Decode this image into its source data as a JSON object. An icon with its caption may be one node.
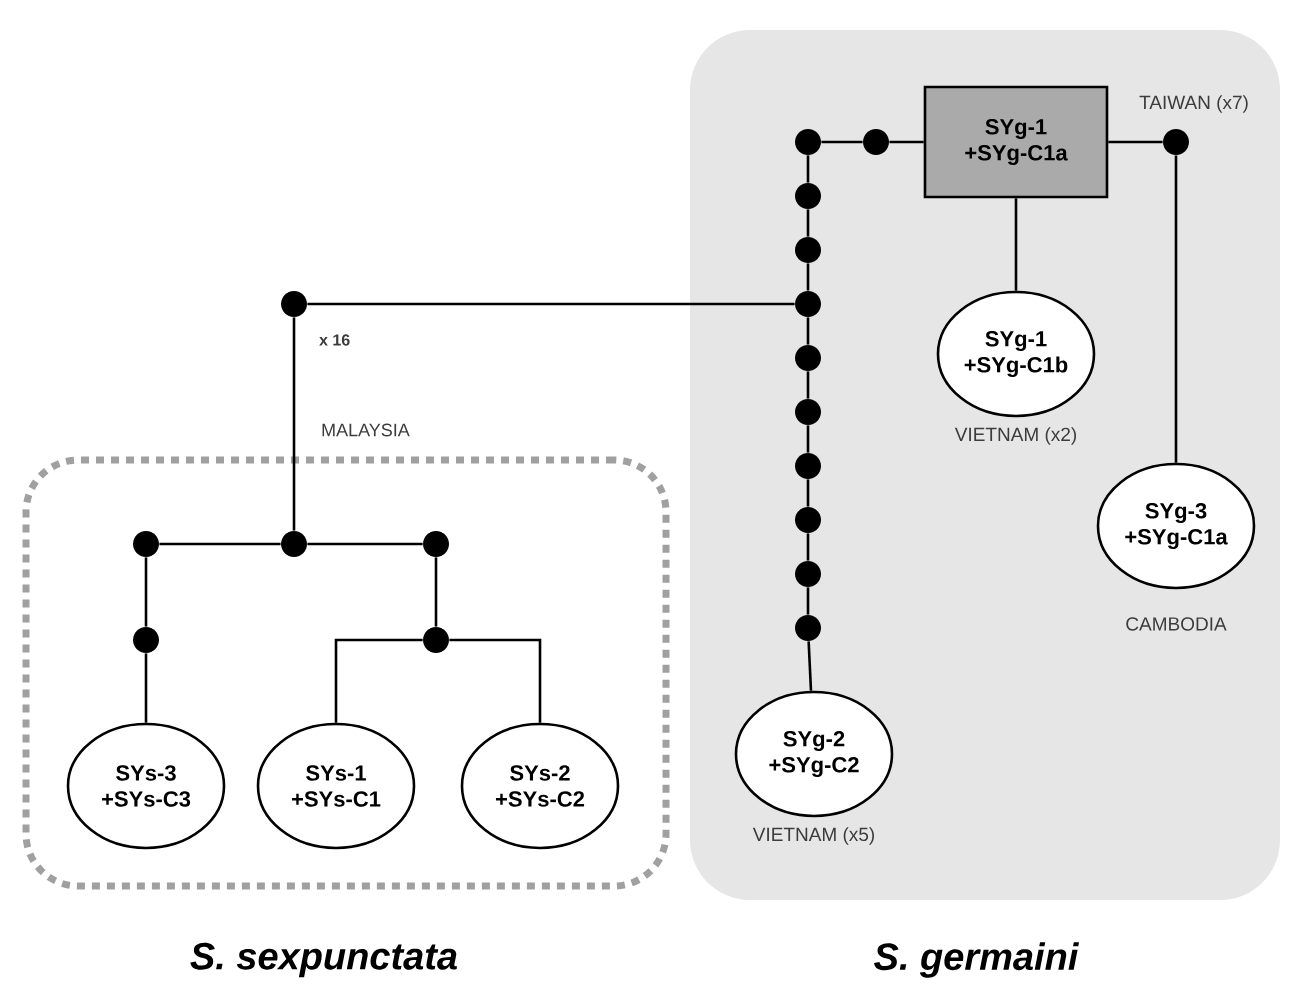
{
  "diagram": {
    "nodes": [
      {
        "text": [
          "S. sexpunctata"
        ]
      },
      {
        "text": [],
        "shape": "circle"
      },
      {
        "text": [],
        "shape": "circle",
        "in": 0
      },
      {
        "text": [],
        "shape": "circle",
        "in": 0
      },
      {
        "text": [],
        "shape": "circle",
        "in": 0
      },
      {
        "text": [],
        "shape": "circle",
        "in": 0
      },
      {
        "text": [],
        "shape": "circle",
        "in": 0
      },
      {
        "text": [
          "SYs-3 +SYs-C3"
        ],
        "in": 0
      },
      {
        "text": [
          "SYs-1 +SYs-C1"
        ],
        "in": 0
      },
      {
        "text": [
          "SYs-2 +SYs-C2"
        ],
        "in": 0
      },
      {
        "text": [
          "S. germaini"
        ]
      },
      {
        "text": [],
        "shape": "circle",
        "in": 10
      },
      {
        "text": [],
        "shape": "circle",
        "in": 10
      },
      {
        "text": [],
        "shape": "circle",
        "in": 10
      },
      {
        "text": [],
        "shape": "circle",
        "in": 10
      },
      {
        "text": [],
        "shape": "circle",
        "in": 10
      },
      {
        "text": [],
        "shape": "circle",
        "in": 10
      },
      {
        "text": [],
        "shape": "circle",
        "in": 10
      },
      {
        "text": [],
        "shape": "circle",
        "in": 10
      },
      {
        "text": [],
        "shape": "circle",
        "in": 10
      },
      {
        "text": [],
        "shape": "circle",
        "in": 10
      },
      {
        "text": [],
        "shape": "circle",
        "in": 10
      },
      {
        "text": [
          "SYg-1 +SYg-C1a"
        ],
        "in": 10
      },
      {
        "text": [],
        "shape": "circle",
        "beside": [
          "TAIWAN (x7)"
        ],
        "in": 10
      },
      {
        "text": [
          "SYg-1 +SYg-C1b"
        ],
        "beside": [
          "VIETNAM (x2)"
        ],
        "in": 10
      },
      {
        "text": [
          "SYg-3 +SYg-C1a"
        ],
        "beside": [
          "CAMBODIA"
        ],
        "in": 10
      },
      {
        "text": [
          "SYg-2 +SYg-C2"
        ],
        "beside": [
          "VIETNAM (x5)"
        ],
        "in": 10
      }
    ],
    "edges": [
      {
        "from": 1,
        "to": 3,
        "arrow": "none"
      },
      {
        "from": 1,
        "to": 14,
        "arrow": "none"
      },
      {
        "from": 2,
        "to": 3,
        "arrow": "none"
      },
      {
        "from": 3,
        "to": 4,
        "arrow": "none"
      },
      {
        "from": 2,
        "to": 5,
        "arrow": "none"
      },
      {
        "from": 5,
        "to": 7,
        "arrow": "none"
      },
      {
        "from": 4,
        "to": 6,
        "arrow": "none"
      },
      {
        "from": 6,
        "to": 8,
        "arrow": "none"
      },
      {
        "from": 6,
        "to": 9,
        "arrow": "none"
      },
      {
        "from": 11,
        "to": 12,
        "arrow": "none"
      },
      {
        "from": 12,
        "to": 13,
        "arrow": "none"
      },
      {
        "from": 13,
        "to": 14,
        "arrow": "none"
      },
      {
        "from": 14,
        "to": 15,
        "arrow": "none"
      },
      {
        "from": 15,
        "to": 16,
        "arrow": "none"
      },
      {
        "from": 16,
        "to": 17,
        "arrow": "none"
      },
      {
        "from": 17,
        "to": 18,
        "arrow": "none"
      },
      {
        "from": 18,
        "to": 19,
        "arrow": "none"
      },
      {
        "from": 19,
        "to": 20,
        "arrow": "none"
      },
      {
        "from": 20,
        "to": 26,
        "arrow": "none"
      },
      {
        "from": 11,
        "to": 21,
        "arrow": "none"
      },
      {
        "from": 21,
        "to": 22,
        "arrow": "none"
      },
      {
        "from": 22,
        "to": 23,
        "arrow": "none"
      },
      {
        "from": 22,
        "to": 24,
        "arrow": "none"
      },
      {
        "from": 23,
        "to": 25,
        "arrow": "none"
      }
    ],
    "labels": [
      "x 16",
      "MALAYSIA"
    ]
  }
}
